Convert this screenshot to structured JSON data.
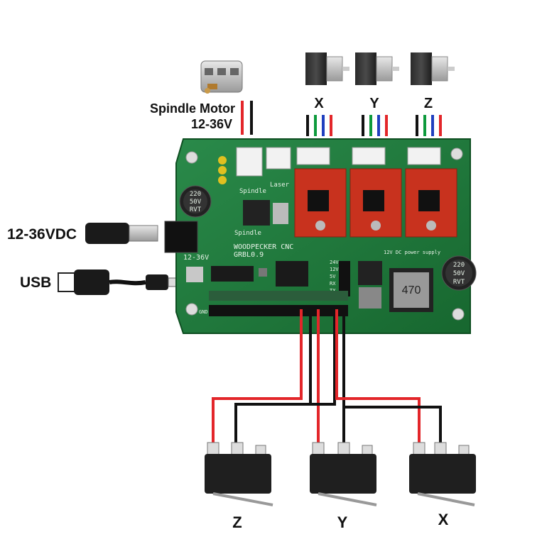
{
  "labels": {
    "spindle_motor": "Spindle Motor",
    "spindle_voltage": "12-36V",
    "power_input": "12-36VDC",
    "usb": "USB",
    "motor_x": "X",
    "motor_y": "Y",
    "motor_z": "Z",
    "switch_z": "Z",
    "switch_y": "Y",
    "switch_x": "X"
  },
  "board": {
    "brand_line1": "WOODPECKER CNC",
    "brand_line2": "GRBL0.9",
    "voltage_mark": "12-36V",
    "spindle_label": "Spindle",
    "laser_label": "Laser",
    "spindle_label_2": "Spindle",
    "gnd_label": "GND",
    "cap_left": [
      "220",
      "50V",
      "RVT"
    ],
    "cap_right": [
      "220",
      "50V",
      "RVT"
    ],
    "inductor_value": "470",
    "supply_note": "12V DC power supply",
    "pin_labels": [
      "24V",
      "12V",
      "5V",
      "RX",
      "TX"
    ]
  },
  "colors": {
    "board": "#1e7a3c",
    "driver": "#c8321e",
    "wire_red": "#e3262a",
    "wire_black": "#111111",
    "wire_green": "#0d9a3c",
    "wire_blue": "#1f3fbf"
  }
}
